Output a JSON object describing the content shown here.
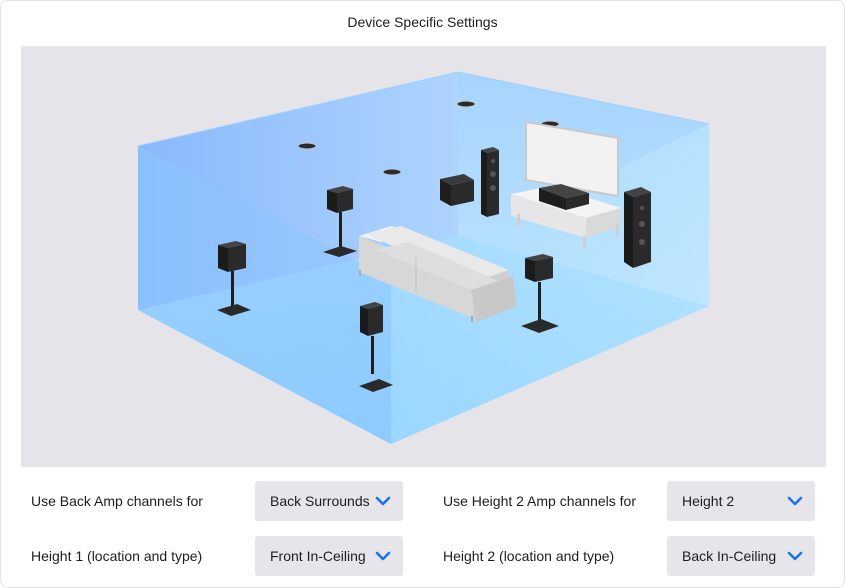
{
  "window": {
    "title": "Device Specific Settings"
  },
  "settings": [
    {
      "label": "Use Back Amp channels for",
      "value": "Back Surrounds"
    },
    {
      "label": "Use Height 2 Amp channels for",
      "value": "Height 2"
    },
    {
      "label": "Height 1 (location and type)",
      "value": "Front In-Ceiling"
    },
    {
      "label": "Height 2 (location and type)",
      "value": "Back In-Ceiling"
    }
  ],
  "icons": {
    "dropdown": "chevron-down-icon"
  },
  "colors": {
    "accent": "#1a73e8",
    "room": "#8fcfff",
    "stage": "#e5e5e9",
    "select": "#e6e6ea"
  }
}
